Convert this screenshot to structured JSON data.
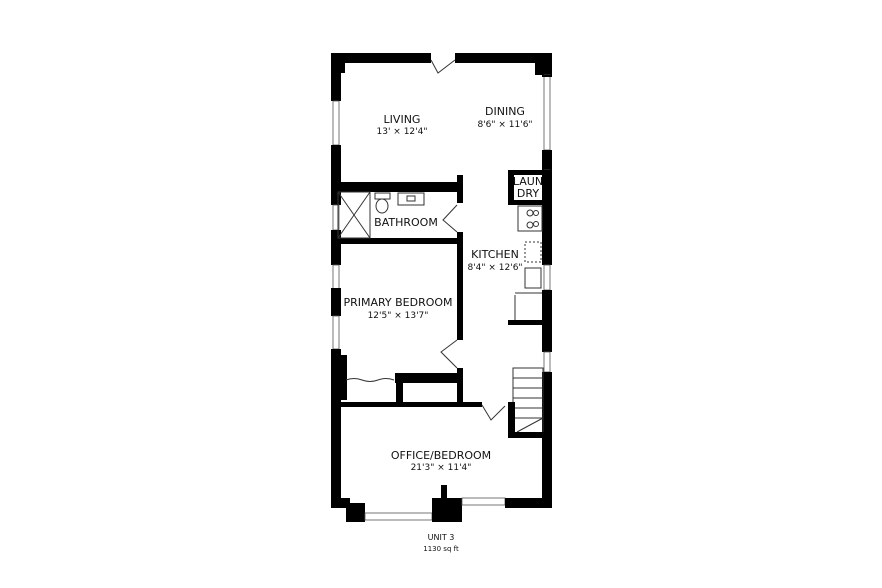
{
  "rooms": {
    "living": {
      "name": "LIVING",
      "dims": "13' × 12'4\""
    },
    "dining": {
      "name": "DINING",
      "dims": "8'6\" × 11'6\""
    },
    "laundry": {
      "name_line1": "LAUN",
      "name_line2": "DRY"
    },
    "bathroom": {
      "name": "BATHROOM"
    },
    "kitchen": {
      "name": "KITCHEN",
      "dims": "8'4\" × 12'6\""
    },
    "primary_bedroom": {
      "name": "PRIMARY BEDROOM",
      "dims": "12'5\" × 13'7\""
    },
    "office": {
      "name": "OFFICE/BEDROOM",
      "dims": "21'3\" × 11'4\""
    }
  },
  "footer": {
    "unit": "UNIT 3",
    "area": "1130 sq ft"
  }
}
